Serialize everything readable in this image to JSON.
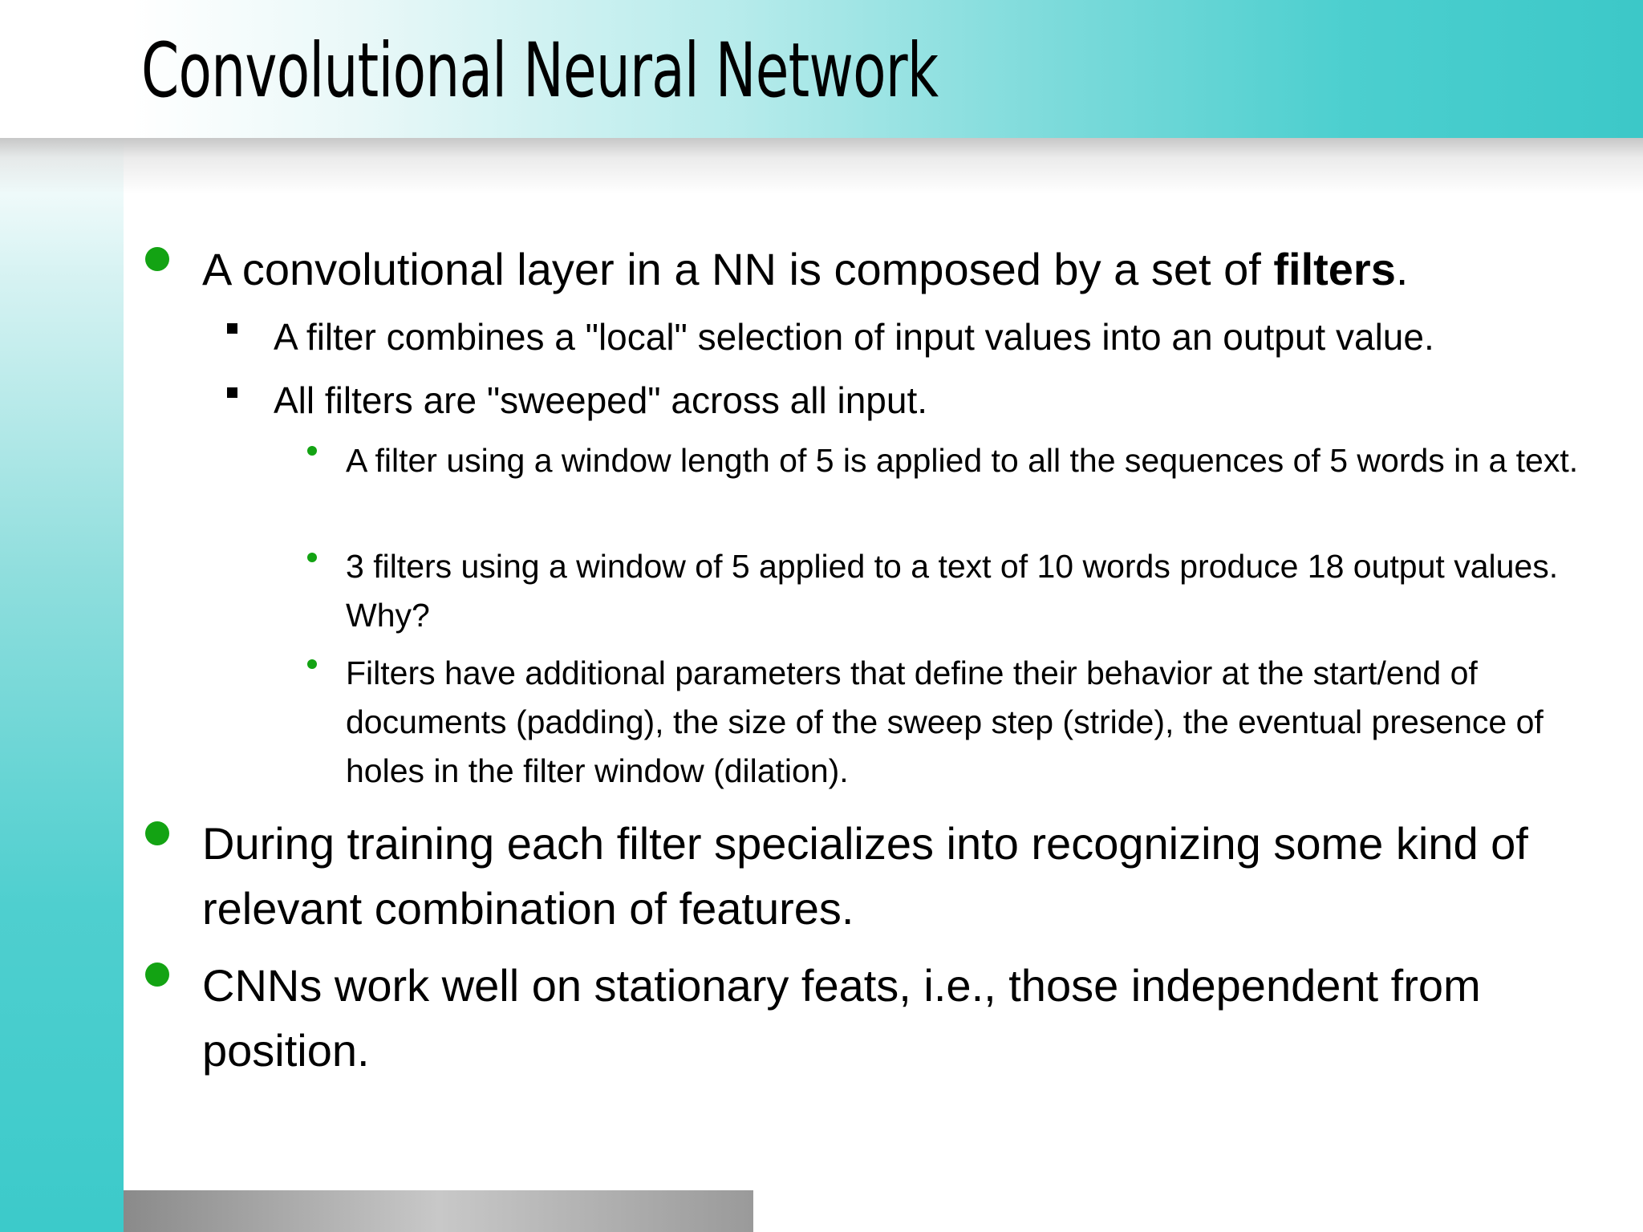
{
  "slide": {
    "title": "Convolutional Neural Network"
  },
  "bullets": {
    "b1": {
      "text_before": "A convolutional layer in a NN is composed by a set of ",
      "emphasis": "filters",
      "text_after": "."
    },
    "b1_1": "A filter combines a \"local\" selection of input values into an output value.",
    "b1_2": "All filters are \"sweeped\" across all input.",
    "b1_2_1": "A filter using a window length of 5 is applied to all the sequences of 5 words in a text.",
    "b1_2_2": "3 filters using a window of 5 applied to a text of 10 words produce 18 output values. Why?",
    "b1_2_3": "Filters have additional parameters that define their behavior at the start/end of documents (padding), the size of the sweep step (stride), the eventual presence of holes in the filter window (dilation).",
    "b2": "During training each filter specializes into recognizing some kind of relevant combination of features.",
    "b3": "CNNs work well on stationary feats, i.e., those independent from position."
  },
  "colors": {
    "bullet_primary": "#13a313",
    "accent_teal": "#3cc8c8"
  }
}
